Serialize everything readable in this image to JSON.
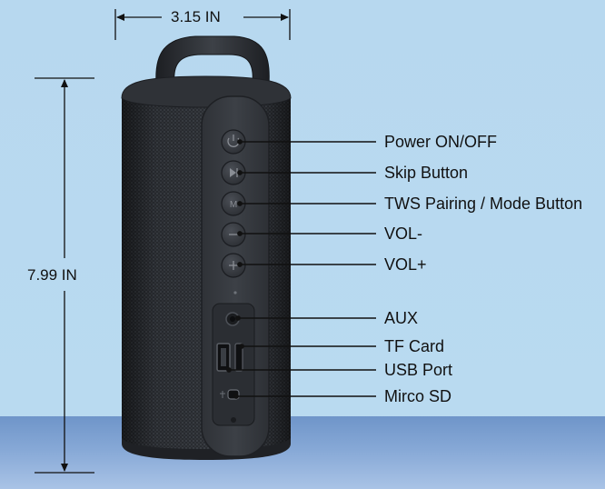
{
  "dimensions": {
    "width_label": "3.15 IN",
    "height_label": "7.99 IN"
  },
  "callouts": [
    {
      "id": "power",
      "label": "Power ON/OFF"
    },
    {
      "id": "skip",
      "label": "Skip Button"
    },
    {
      "id": "tws",
      "label": "TWS Pairing / Mode Button"
    },
    {
      "id": "vol-minus",
      "label": "VOL-"
    },
    {
      "id": "vol-plus",
      "label": "VOL+"
    },
    {
      "id": "aux",
      "label": "AUX"
    },
    {
      "id": "tf-card",
      "label": "TF Card"
    },
    {
      "id": "usb-port",
      "label": "USB Port"
    },
    {
      "id": "micro-sd",
      "label": "Mirco SD"
    }
  ],
  "button_glyphs": {
    "mode": "M"
  },
  "colors": {
    "background": "#b8d9ef",
    "floor": "#7d9fd0",
    "speaker_body": "#2b2e33",
    "panel": "#35383d"
  }
}
